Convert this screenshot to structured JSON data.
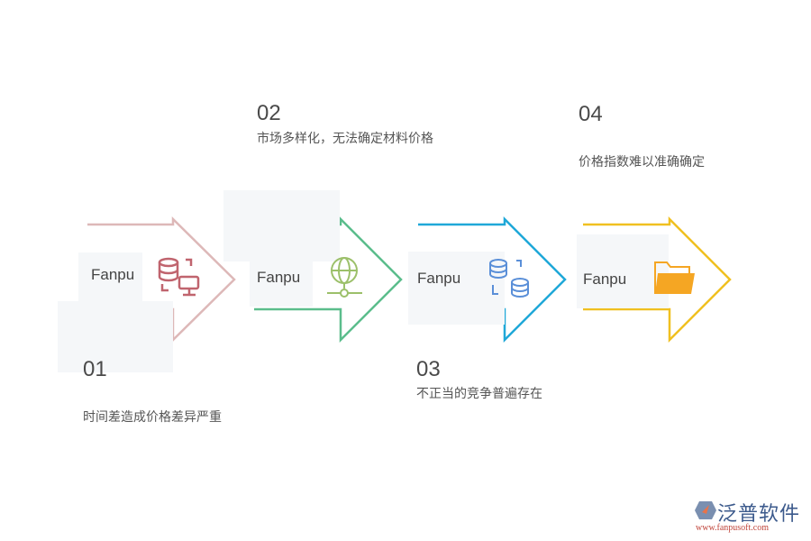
{
  "steps": [
    {
      "number": "01",
      "text": "时间差造成价格差异严重",
      "label": "Fanpu",
      "icon": "database-monitor-icon",
      "color": "#ddb8b8",
      "icon_color": "#c0646e"
    },
    {
      "number": "02",
      "text": "市场多样化，无法确定材料价格",
      "label": "Fanpu",
      "icon": "globe-network-icon",
      "color": "#5bbd8c",
      "icon_color": "#9cc06a"
    },
    {
      "number": "03",
      "text": "不正当的竞争普遍存在",
      "label": "Fanpu",
      "icon": "databases-sync-icon",
      "color": "#1fa8d8",
      "icon_color": "#5a8fd8"
    },
    {
      "number": "04",
      "text": "价格指数难以准确确定",
      "label": "Fanpu",
      "icon": "folder-icon",
      "color": "#f0c020",
      "icon_color": "#f5a623"
    }
  ],
  "logo": {
    "name": "泛普软件",
    "url": "www.fanpusoft.com"
  }
}
